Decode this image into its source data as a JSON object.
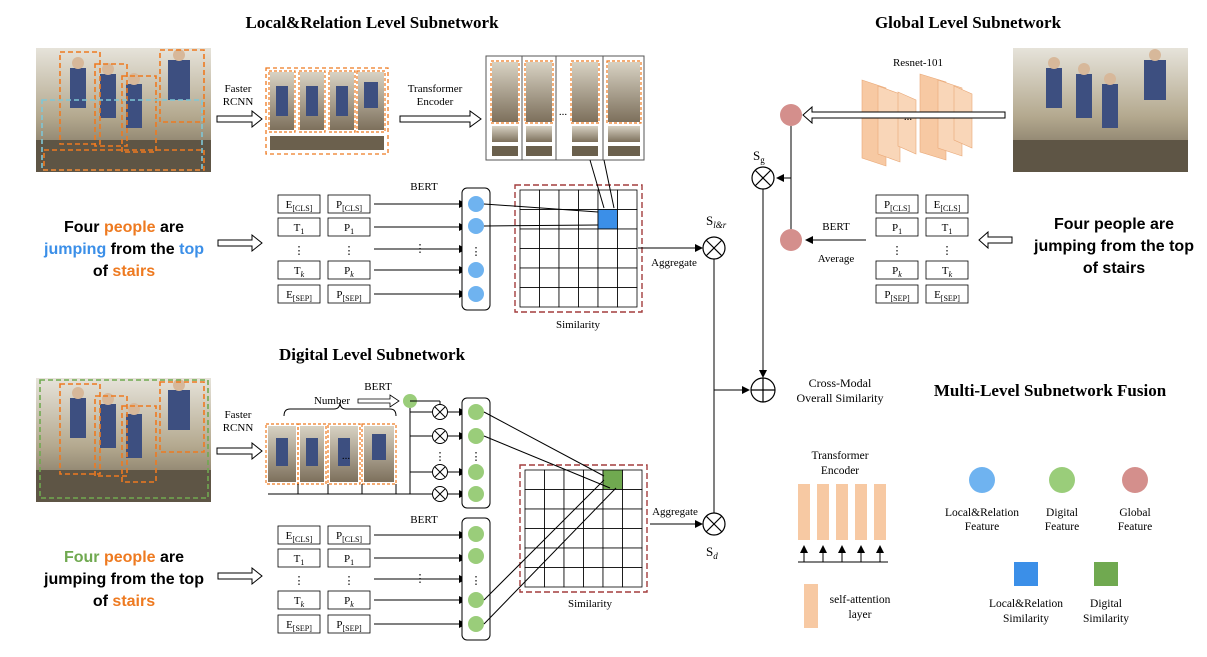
{
  "titles": {
    "local": "Local&Relation Level Subnetwork",
    "global": "Global Level Subnetwork",
    "digital": "Digital Level Subnetwork",
    "fusion": "Multi-Level Subnetwork Fusion"
  },
  "labels": {
    "faster_rcnn_1": "Faster",
    "faster_rcnn_2": "RCNN",
    "transformer_1": "Transformer",
    "transformer_2": "Encoder",
    "bert": "BERT",
    "resnet": "Resnet-101",
    "average": "Average",
    "aggregate": "Aggregate",
    "similarity": "Similarity",
    "number": "Number",
    "cross_modal_1": "Cross-Modal",
    "cross_modal_2": "Overall Similarity",
    "s_g": "S",
    "s_g_sub": "g",
    "s_lr": "S",
    "s_lr_sub": "l&r",
    "s_d": "S",
    "s_d_sub": "d",
    "ellipsis": "...",
    "vdots": "⋮"
  },
  "sentences": {
    "local": [
      [
        {
          "t": "Four ",
          "c": "black"
        },
        {
          "t": "people",
          "c": "orange"
        },
        {
          "t": " are",
          "c": "black"
        }
      ],
      [
        {
          "t": "jumping",
          "c": "blue"
        },
        {
          "t": " from the ",
          "c": "black"
        },
        {
          "t": "top",
          "c": "blue"
        }
      ],
      [
        {
          "t": "of ",
          "c": "black"
        },
        {
          "t": "stairs",
          "c": "orange"
        }
      ]
    ],
    "global": [
      [
        {
          "t": "Four people are",
          "c": "black"
        }
      ],
      [
        {
          "t": "jumping from the top",
          "c": "black"
        }
      ],
      [
        {
          "t": "of stairs",
          "c": "black"
        }
      ]
    ],
    "digital": [
      [
        {
          "t": "Four",
          "c": "green"
        },
        {
          "t": " ",
          "c": "black"
        },
        {
          "t": "people",
          "c": "orange"
        },
        {
          "t": " are",
          "c": "black"
        }
      ],
      [
        {
          "t": "jumping from the top",
          "c": "black"
        }
      ],
      [
        {
          "t": "of ",
          "c": "black"
        },
        {
          "t": "stairs",
          "c": "orange"
        }
      ]
    ]
  },
  "token_rows": {
    "left": [
      [
        "E",
        "[CLS]",
        "P",
        "[CLS]"
      ],
      [
        "T",
        "1",
        "P",
        "1"
      ],
      [
        "⋮",
        "",
        "⋮",
        ""
      ],
      [
        "T",
        "k",
        "P",
        "k"
      ],
      [
        "E",
        "[SEP]",
        "P",
        "[SEP]"
      ]
    ],
    "global": [
      [
        "P",
        "[CLS]",
        "E",
        "[CLS]"
      ],
      [
        "P",
        "1",
        "T",
        "1"
      ],
      [
        "⋮",
        "",
        "⋮",
        ""
      ],
      [
        "P",
        "k",
        "T",
        "k"
      ],
      [
        "P",
        "[SEP]",
        "E",
        "[SEP]"
      ]
    ]
  },
  "legend": {
    "local_feature": [
      "Local&Relation",
      "Feature"
    ],
    "digital_feature": [
      "Digital",
      "Feature"
    ],
    "global_feature": [
      "Global",
      "Feature"
    ],
    "local_similarity": [
      "Local&Relation",
      "Similarity"
    ],
    "digital_similarity": [
      "Digital",
      "Similarity"
    ],
    "transformer": [
      "Transformer",
      "Encoder"
    ],
    "self_attention": [
      "self-attention",
      "layer"
    ]
  },
  "colors": {
    "blue": "#3B8FE8",
    "blue_dot": "#6FB3F0",
    "green": "#70A950",
    "green_dot": "#9ACD7A",
    "pink": "#D48F8C",
    "orange": "#EE7A20",
    "sim_red": "#A33D3D",
    "peach": "#F7C9A3"
  }
}
